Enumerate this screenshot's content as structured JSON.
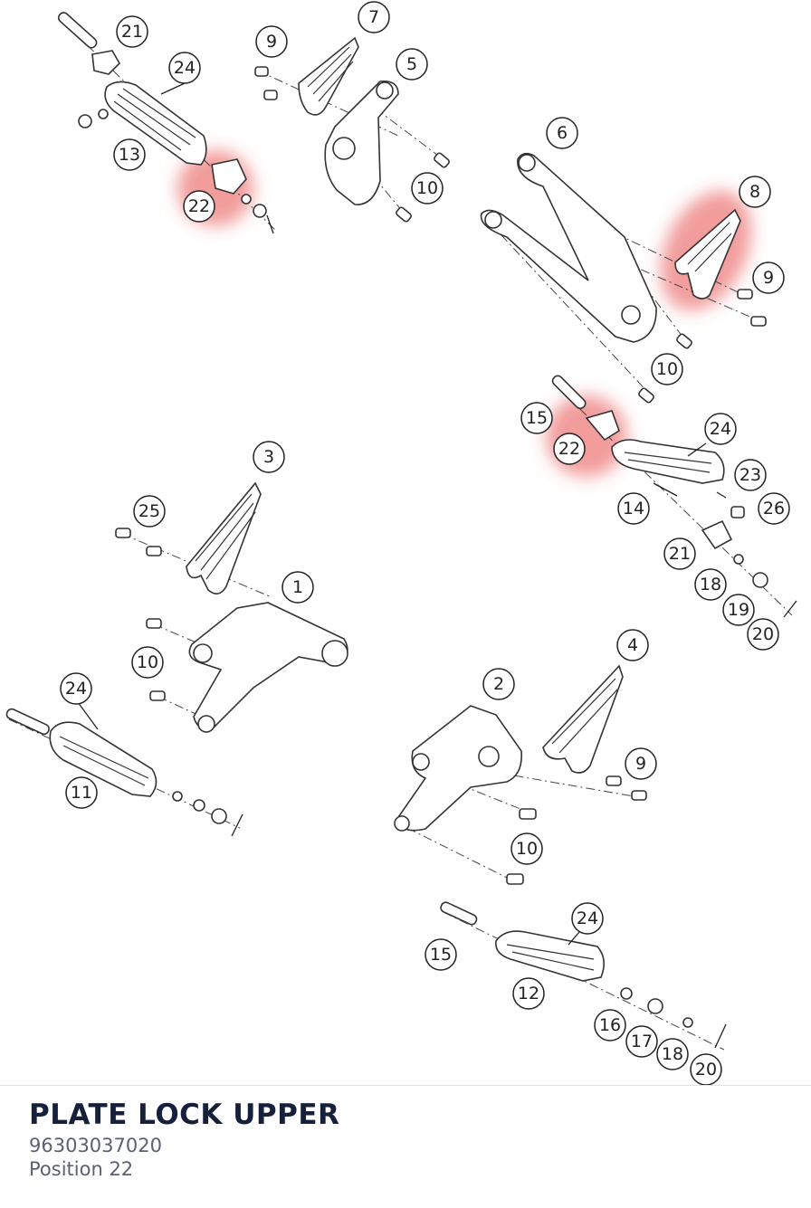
{
  "part": {
    "name": "PLATE LOCK UPPER",
    "number": "96303037020",
    "position": "Position 22"
  },
  "highlight_color": "#e84a4a",
  "callouts": [
    {
      "id": "c21a",
      "label": "21"
    },
    {
      "id": "c24a",
      "label": "24"
    },
    {
      "id": "c13",
      "label": "13"
    },
    {
      "id": "c22a",
      "label": "22",
      "hl": true
    },
    {
      "id": "c9a",
      "label": "9"
    },
    {
      "id": "c7",
      "label": "7"
    },
    {
      "id": "c5",
      "label": "5"
    },
    {
      "id": "c10a",
      "label": "10"
    },
    {
      "id": "c6",
      "label": "6"
    },
    {
      "id": "c8",
      "label": "8",
      "hl": true
    },
    {
      "id": "c9b",
      "label": "9"
    },
    {
      "id": "c10b",
      "label": "10"
    },
    {
      "id": "c15a",
      "label": "15"
    },
    {
      "id": "c22b",
      "label": "22",
      "hl": true
    },
    {
      "id": "c24b",
      "label": "24"
    },
    {
      "id": "c23",
      "label": "23"
    },
    {
      "id": "c26",
      "label": "26"
    },
    {
      "id": "c14",
      "label": "14"
    },
    {
      "id": "c21b",
      "label": "21"
    },
    {
      "id": "c18a",
      "label": "18"
    },
    {
      "id": "c19",
      "label": "19"
    },
    {
      "id": "c20a",
      "label": "20"
    },
    {
      "id": "c3",
      "label": "3"
    },
    {
      "id": "c25",
      "label": "25"
    },
    {
      "id": "c1",
      "label": "1"
    },
    {
      "id": "c10c",
      "label": "10"
    },
    {
      "id": "c24c",
      "label": "24"
    },
    {
      "id": "c11",
      "label": "11"
    },
    {
      "id": "c4",
      "label": "4"
    },
    {
      "id": "c2",
      "label": "2"
    },
    {
      "id": "c9c",
      "label": "9"
    },
    {
      "id": "c10d",
      "label": "10"
    },
    {
      "id": "c24d",
      "label": "24"
    },
    {
      "id": "c15b",
      "label": "15"
    },
    {
      "id": "c12",
      "label": "12"
    },
    {
      "id": "c16",
      "label": "16"
    },
    {
      "id": "c17",
      "label": "17"
    },
    {
      "id": "c18b",
      "label": "18"
    },
    {
      "id": "c20b",
      "label": "20"
    }
  ]
}
